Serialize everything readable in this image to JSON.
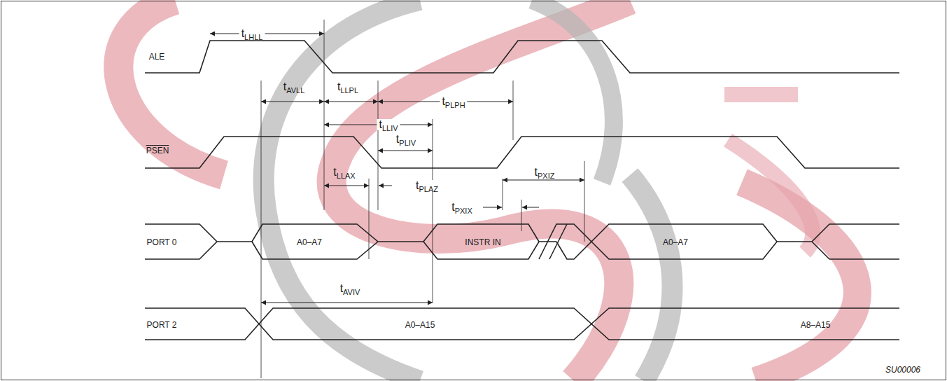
{
  "diagram": {
    "labels": [
      "ALE",
      "tLHLL",
      "tAVLL",
      "tLLPL",
      "tPLPH",
      "tLLIV",
      "PSEN",
      "tPLIV",
      "tLLAX",
      "tPLAZ",
      "tPXIZ",
      "tPXIX",
      "PORT 0",
      "A0–A7",
      "INSTR IN",
      "A0–A7",
      "tAVIV",
      "PORT 2",
      "A0–A15",
      "A8–A15",
      "SU00006"
    ]
  }
}
